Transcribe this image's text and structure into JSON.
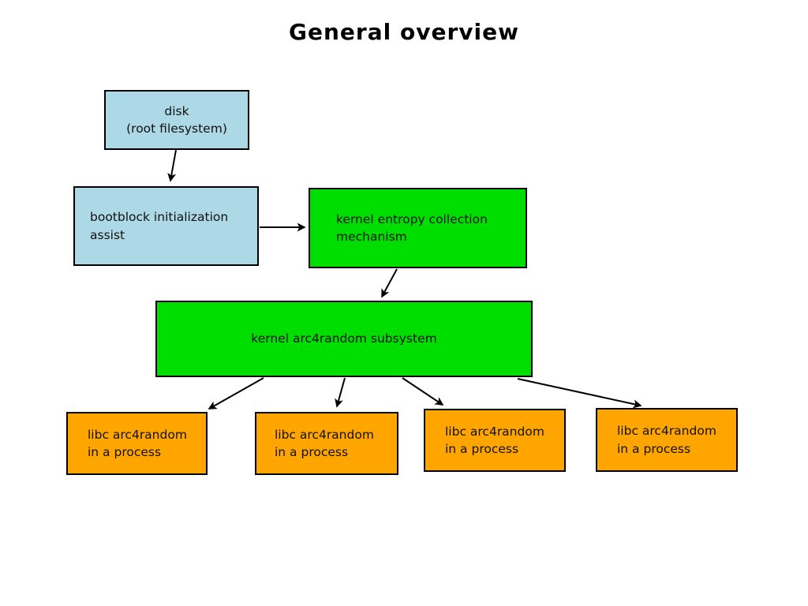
{
  "title": "General overview",
  "colors": {
    "disk_fill": "#ADD8E6",
    "kernel_fill": "#00DE00",
    "libc_fill": "#FFA500",
    "border": "#000000",
    "text": "#111111",
    "background": "#ffffff"
  },
  "nodes": {
    "disk": {
      "label": "disk\n(root filesystem)"
    },
    "bootblock": {
      "label": "bootblock initialization\nassist"
    },
    "entropy": {
      "label": "kernel entropy collection\nmechanism"
    },
    "arc4": {
      "label": "kernel arc4random subsystem"
    },
    "libc1": {
      "label": "libc arc4random\nin a process"
    },
    "libc2": {
      "label": "libc arc4random\nin a process"
    },
    "libc3": {
      "label": "libc arc4random\nin a process"
    },
    "libc4": {
      "label": "libc arc4random\nin a process"
    }
  },
  "edges": [
    {
      "from": "disk",
      "to": "bootblock"
    },
    {
      "from": "bootblock",
      "to": "entropy"
    },
    {
      "from": "entropy",
      "to": "arc4"
    },
    {
      "from": "arc4",
      "to": "libc1"
    },
    {
      "from": "arc4",
      "to": "libc2"
    },
    {
      "from": "arc4",
      "to": "libc3"
    },
    {
      "from": "arc4",
      "to": "libc4"
    }
  ]
}
